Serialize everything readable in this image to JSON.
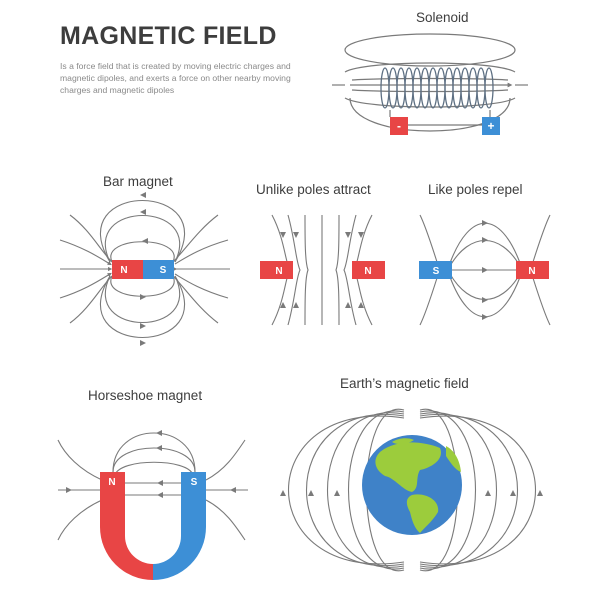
{
  "header": {
    "title": "MAGNETIC FIELD",
    "description": "Is a force field that is created by moving electric charges and magnetic dipoles, and exerts a force on other nearby moving charges and magnetic dipoles"
  },
  "panels": {
    "solenoid": {
      "label": "Solenoid",
      "negative": "-",
      "positive": "+"
    },
    "bar_magnet": {
      "label": "Bar magnet",
      "north": "N",
      "south": "S"
    },
    "unlike_poles": {
      "label": "Unlike poles attract",
      "left_pole": "N",
      "right_pole": "N"
    },
    "like_poles": {
      "label": "Like poles repel",
      "left_pole": "S",
      "right_pole": "N"
    },
    "horseshoe": {
      "label": "Horseshoe magnet",
      "north": "N",
      "south": "S"
    },
    "earth": {
      "label": "Earth’s magnetic field"
    }
  },
  "colors": {
    "north": "#e84545",
    "south": "#3d8fd6",
    "line": "#7a7a7a",
    "ocean": "#3f82c8",
    "land": "#9ccc3c"
  }
}
